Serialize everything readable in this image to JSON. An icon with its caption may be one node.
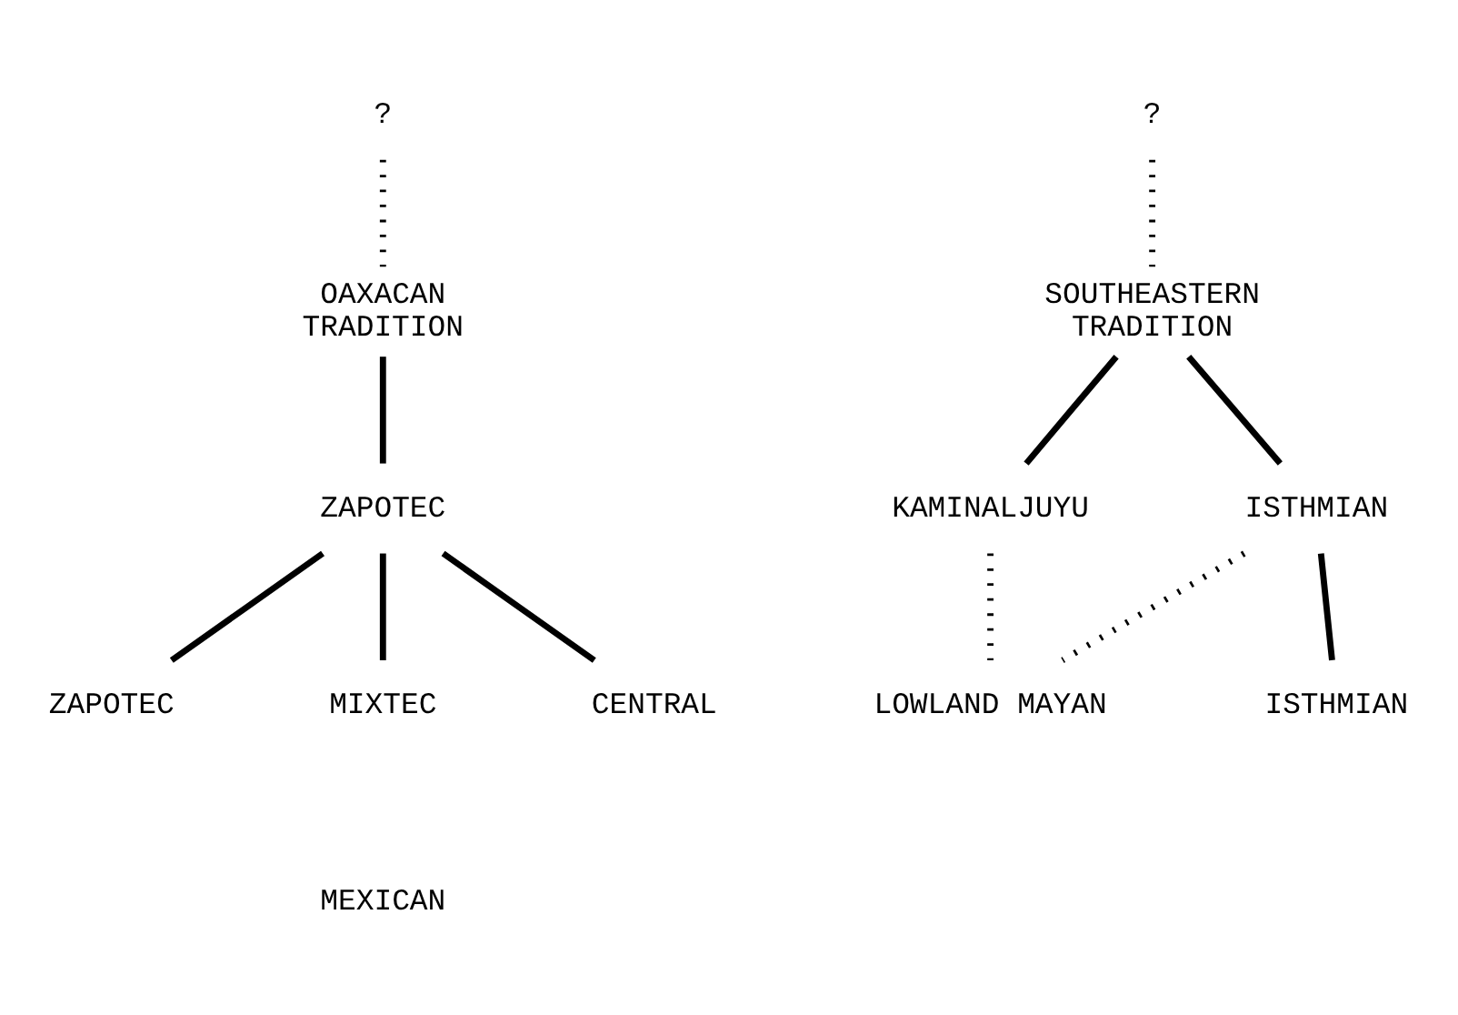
{
  "diagram": {
    "nodes": [
      {
        "text": [
          "?"
        ]
      },
      {
        "text": [
          "OAXACAN TRADITION"
        ]
      },
      {
        "text": [
          "ZAPOTEC"
        ]
      },
      {
        "text": [
          "ZAPOTEC"
        ]
      },
      {
        "text": [
          "MIXTEC"
        ]
      },
      {
        "text": [
          "CENTRAL"
        ]
      },
      {
        "text": [
          "?"
        ]
      },
      {
        "text": [
          "SOUTHEASTERN TRADITION"
        ]
      },
      {
        "text": [
          "KAMINALJUYU"
        ]
      },
      {
        "text": [
          "ISTHMIAN"
        ]
      },
      {
        "text": [
          "LOWLAND MAYAN"
        ]
      },
      {
        "text": [
          "ISTHMIAN"
        ]
      }
    ],
    "edges": [
      {
        "from": 0,
        "to": 1,
        "arrow": "none",
        "style": "dashed"
      },
      {
        "from": 1,
        "to": 2,
        "arrow": "none"
      },
      {
        "from": 2,
        "to": 3,
        "arrow": "none"
      },
      {
        "from": 2,
        "to": 4,
        "arrow": "none"
      },
      {
        "from": 2,
        "to": 5,
        "arrow": "none"
      },
      {
        "from": 6,
        "to": 7,
        "arrow": "none",
        "style": "dashed"
      },
      {
        "from": 7,
        "to": 8,
        "arrow": "none"
      },
      {
        "from": 7,
        "to": 9,
        "arrow": "none"
      },
      {
        "from": 8,
        "to": 10,
        "arrow": "none",
        "style": "dashed"
      },
      {
        "from": 9,
        "to": 10,
        "arrow": "none",
        "style": "dashed"
      },
      {
        "from": 9,
        "to": 11,
        "arrow": "none"
      }
    ],
    "labels": [
      "MEXICAN"
    ]
  }
}
